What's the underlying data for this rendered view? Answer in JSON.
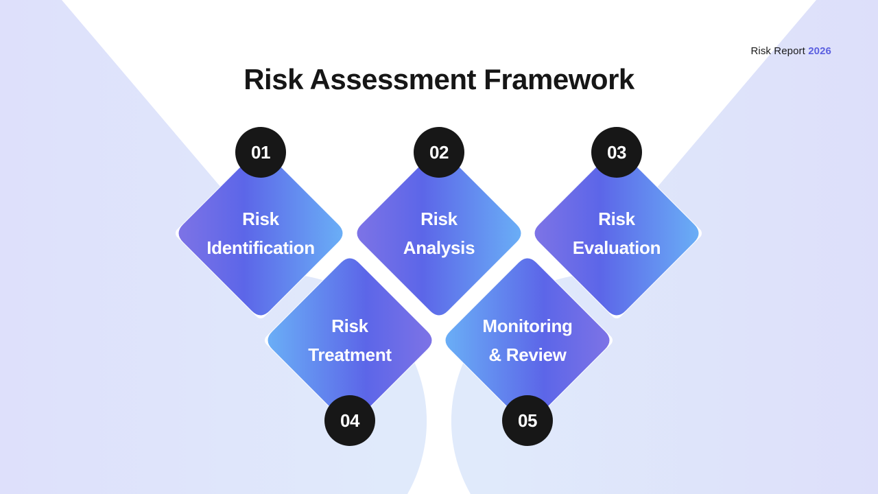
{
  "header": {
    "brand_prefix": "Risk Report",
    "brand_year": "2026"
  },
  "title": "Risk Assessment Framework",
  "colors": {
    "accent": "#5b5fe0",
    "gradient_purple": "#7b72e6",
    "gradient_indigo": "#5c67e8",
    "gradient_blue": "#68aaf5",
    "badge": "#171717",
    "bg_lavender": "#dde0fb",
    "bg_lightblue": "#e0ebfb"
  },
  "steps": [
    {
      "number": "01",
      "line1": "Risk",
      "line2": "Identification"
    },
    {
      "number": "02",
      "line1": "Risk",
      "line2": "Analysis"
    },
    {
      "number": "03",
      "line1": "Risk",
      "line2": "Evaluation"
    },
    {
      "number": "04",
      "line1": "Risk",
      "line2": "Treatment"
    },
    {
      "number": "05",
      "line1": "Monitoring",
      "line2": "& Review"
    }
  ]
}
